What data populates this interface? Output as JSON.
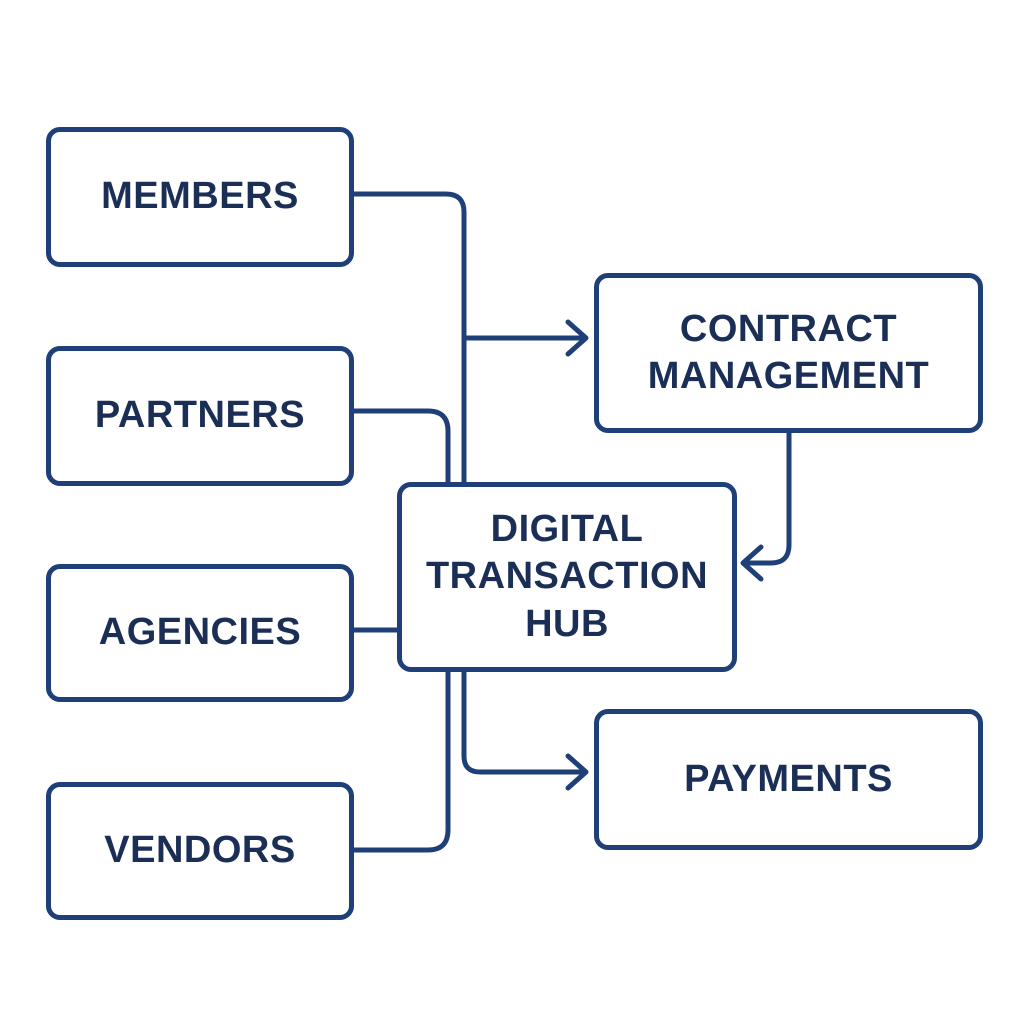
{
  "diagram": {
    "nodes": {
      "members": {
        "lines": [
          "MEMBERS"
        ]
      },
      "partners": {
        "lines": [
          "PARTNERS"
        ]
      },
      "agencies": {
        "lines": [
          "AGENCIES"
        ]
      },
      "vendors": {
        "lines": [
          "VENDORS"
        ]
      },
      "contract_management": {
        "lines": [
          "CONTRACT",
          "MANAGEMENT"
        ]
      },
      "hub": {
        "lines": [
          "DIGITAL",
          "TRANSACTION",
          "HUB"
        ]
      },
      "payments": {
        "lines": [
          "PAYMENTS"
        ]
      }
    },
    "edges": [
      {
        "from": "members",
        "to": "contract_management"
      },
      {
        "from": "partners",
        "to": "hub"
      },
      {
        "from": "agencies",
        "to": "hub"
      },
      {
        "from": "vendors",
        "to": "hub"
      },
      {
        "from": "contract_management",
        "to": "hub"
      },
      {
        "from": "hub",
        "to": "payments"
      }
    ],
    "colors": {
      "stroke": "#1f3f79",
      "text": "#1b2f56",
      "background": "#ffffff"
    }
  }
}
